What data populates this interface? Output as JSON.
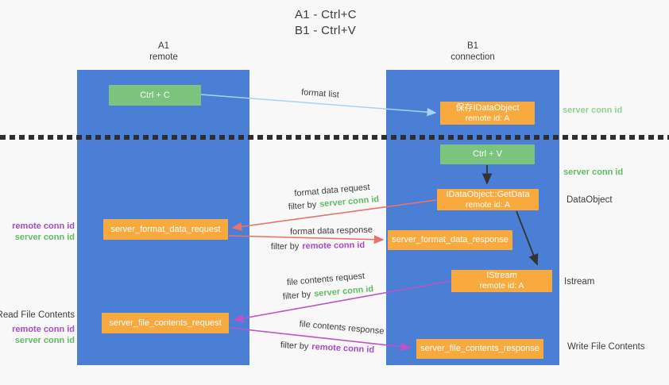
{
  "title": {
    "line1": "A1 - Ctrl+C",
    "line2": "B1 - Ctrl+V"
  },
  "lifelines": {
    "left": {
      "name": "A1",
      "role": "remote"
    },
    "right": {
      "name": "B1",
      "role": "connection"
    }
  },
  "nodes": {
    "ctrl_c": {
      "label": "Ctrl + C"
    },
    "ctrl_v": {
      "label": "Ctrl + V"
    },
    "save_idataobject": {
      "line1": "保存IDataObject",
      "line2": "remote id: A"
    },
    "idataobject_getdata": {
      "line1": "IDataObject::GetData",
      "line2": "remote id: A"
    },
    "istream": {
      "line1": "IStream",
      "line2": "remote id: A"
    },
    "server_format_data_request": {
      "label": "server_format_data_request"
    },
    "server_format_data_response": {
      "label": "server_format_data_response"
    },
    "server_file_contents_request": {
      "label": "server_file_contents_request"
    },
    "server_file_contents_response": {
      "label": "server_file_contents_response"
    }
  },
  "flow_labels": {
    "format_list": "format list",
    "format_data_request": "format data request",
    "format_data_response": "format data response",
    "file_contents_request": "file contents request",
    "file_contents_response": "file contents response",
    "filter_by": "filter by"
  },
  "side_labels": {
    "server_conn_id": "server conn id",
    "remote_conn_id": "remote conn id",
    "dataobject": "DataObject",
    "istream": "Istream",
    "read_file_contents": "Read File Contents",
    "write_file_contents": "Write File Contents"
  },
  "colors": {
    "lifeline_blue": "#4a7fd5",
    "node_green": "#7cc47e",
    "node_orange": "#f9aa3e",
    "arrow_light_blue": "#a9d3f2",
    "arrow_red": "#e8736a",
    "arrow_magenta": "#bd54c6",
    "arrow_black": "#333333",
    "text_green": "#5fbd63",
    "text_green_light": "#92d395",
    "text_purple": "#a84bc9"
  }
}
